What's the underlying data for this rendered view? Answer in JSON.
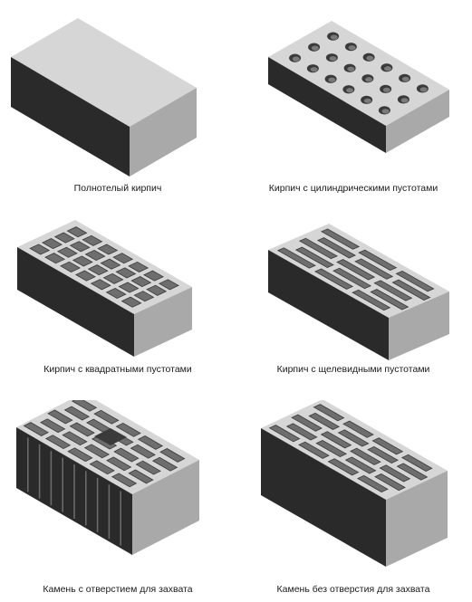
{
  "colors": {
    "top": "#d6d6d6",
    "front": "#2a2a2a",
    "side": "#a9a9a9",
    "hole": "#6e6e6e",
    "hole_shade": "#3a3a3a",
    "groove": "#555555"
  },
  "bricks": [
    {
      "caption": "Полнотелый кирпич",
      "type": "solid"
    },
    {
      "caption": "Кирпич с цилиндрическими пустотами",
      "type": "cylindrical"
    },
    {
      "caption": "Кирпич с квадратными пустотами",
      "type": "square"
    },
    {
      "caption": "Кирпич с щелевидными пустотами",
      "type": "slotted"
    },
    {
      "caption": "Камень с отверстием для захвата",
      "type": "stone-grip"
    },
    {
      "caption": "Камень без отверстия для захвата",
      "type": "stone"
    }
  ]
}
